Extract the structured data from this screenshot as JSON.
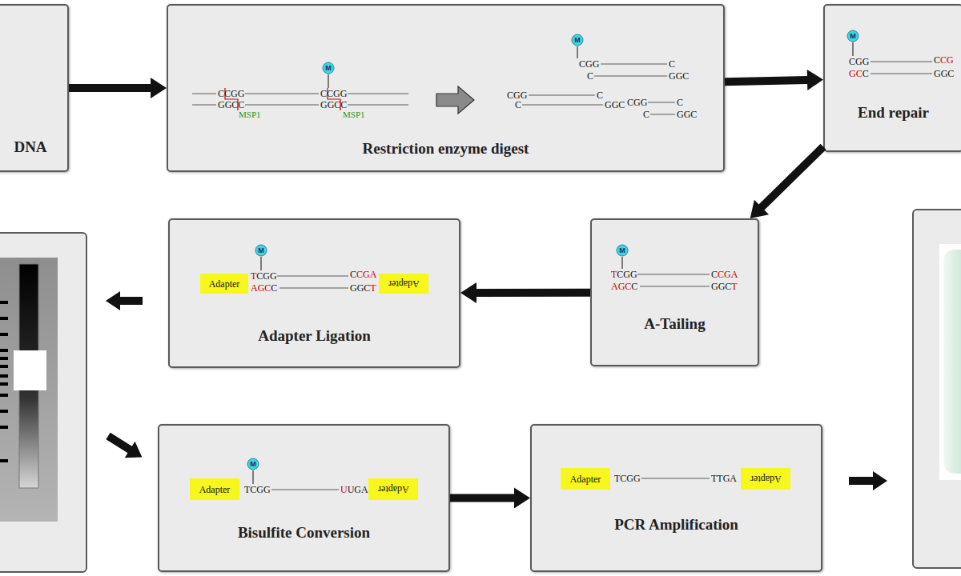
{
  "diagram": {
    "nodes": [
      {
        "text": [
          "DNA"
        ]
      },
      {
        "text": [
          "Restriction enzyme digest"
        ]
      },
      {
        "text": [
          "M"
        ],
        "in": 1
      },
      {
        "text": [
          "M"
        ],
        "in": 1
      },
      {
        "text": [
          "End repair"
        ]
      },
      {
        "text": [
          "M"
        ],
        "in": 4
      },
      {
        "text": [
          "A-Tailing"
        ]
      },
      {
        "text": [
          "M"
        ],
        "in": 6
      },
      {
        "text": [
          "Adapter Ligation"
        ]
      },
      {
        "text": [
          "Adapter"
        ],
        "in": 8
      },
      {
        "text": [
          "M"
        ],
        "in": 8
      },
      {
        "text": [
          "Adapter"
        ],
        "in": 8
      },
      {
        "text": [
          "Bisulfite Conversion"
        ]
      },
      {
        "text": [
          "Adapter"
        ],
        "in": 12
      },
      {
        "text": [
          "M"
        ],
        "in": 12
      },
      {
        "text": [
          "Adapter"
        ],
        "in": 12
      },
      {
        "text": [
          "PCR Amplification"
        ]
      },
      {
        "text": [
          "Adapter"
        ],
        "in": 16
      },
      {
        "text": [
          "Adapter"
        ],
        "in": 16
      }
    ],
    "edges": [
      {
        "from": 0,
        "to": 1,
        "arrow": "to"
      },
      {
        "from": 1,
        "to": 4,
        "arrow": "to"
      },
      {
        "from": 4,
        "to": 6,
        "arrow": "to"
      },
      {
        "from": 6,
        "to": 8,
        "arrow": "to"
      },
      {
        "from": 12,
        "to": 16,
        "arrow": "to"
      }
    ],
    "labels": [
      "CCGG",
      "GGCC",
      "MSP1",
      "CCGG",
      "GGCC",
      "MSP1",
      "CGG",
      "C",
      "C",
      "GGC",
      "CGG",
      "C",
      "C",
      "GGC",
      "CGG",
      "C",
      "C",
      "GGC",
      "CGG",
      "GC",
      "C",
      "C",
      "CG",
      "GGC",
      "T",
      "CGG",
      "AGC",
      "C",
      "C",
      "CGA",
      "GGC",
      "T",
      "T",
      "CGG",
      "AGC",
      "C",
      "C",
      "CGA",
      "GGC",
      "T",
      "TCGG",
      "U",
      "UGA",
      "TCGG",
      "TTGA"
    ]
  }
}
